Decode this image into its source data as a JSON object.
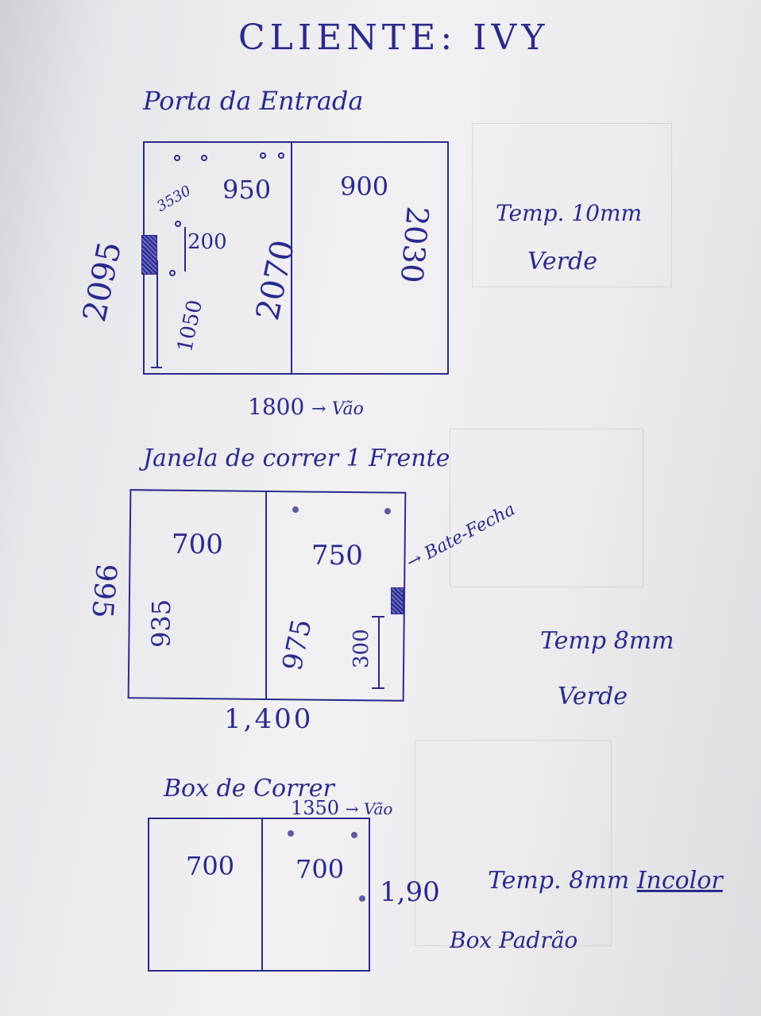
{
  "title": "CLIENTE: IVY",
  "sections": [
    {
      "heading": "Porta da Entrada",
      "dims": {
        "left_height": "2095",
        "top_hinge": "3530",
        "left_width": "950",
        "right_width": "900",
        "handle_span": "200",
        "handle_height": "1050",
        "left_panel_height": "2070",
        "right_panel_height": "2030",
        "bottom": "1800",
        "bottom_suffix": "→ Vão"
      },
      "spec": {
        "glass": "Temp. 10mm",
        "color": "Verde"
      }
    },
    {
      "heading": "Janela de correr 1 Frente",
      "dims": {
        "outer_height": "995",
        "left_width": "700",
        "left_height": "935",
        "right_width": "750",
        "right_height": "975",
        "lock_height": "300",
        "lock_label": "→ Bate-Fecha",
        "bottom": "1,400"
      },
      "spec": {
        "glass": "Temp 8mm",
        "color": "Verde"
      }
    },
    {
      "heading": "Box de Correr",
      "dims": {
        "top": "1350",
        "top_suffix": "→ Vão",
        "left_width": "700",
        "right_width": "700",
        "height": "1,90"
      },
      "spec": {
        "glass": "Temp. 8mm",
        "color": "Incolor",
        "model": "Box Padrão"
      }
    }
  ]
}
